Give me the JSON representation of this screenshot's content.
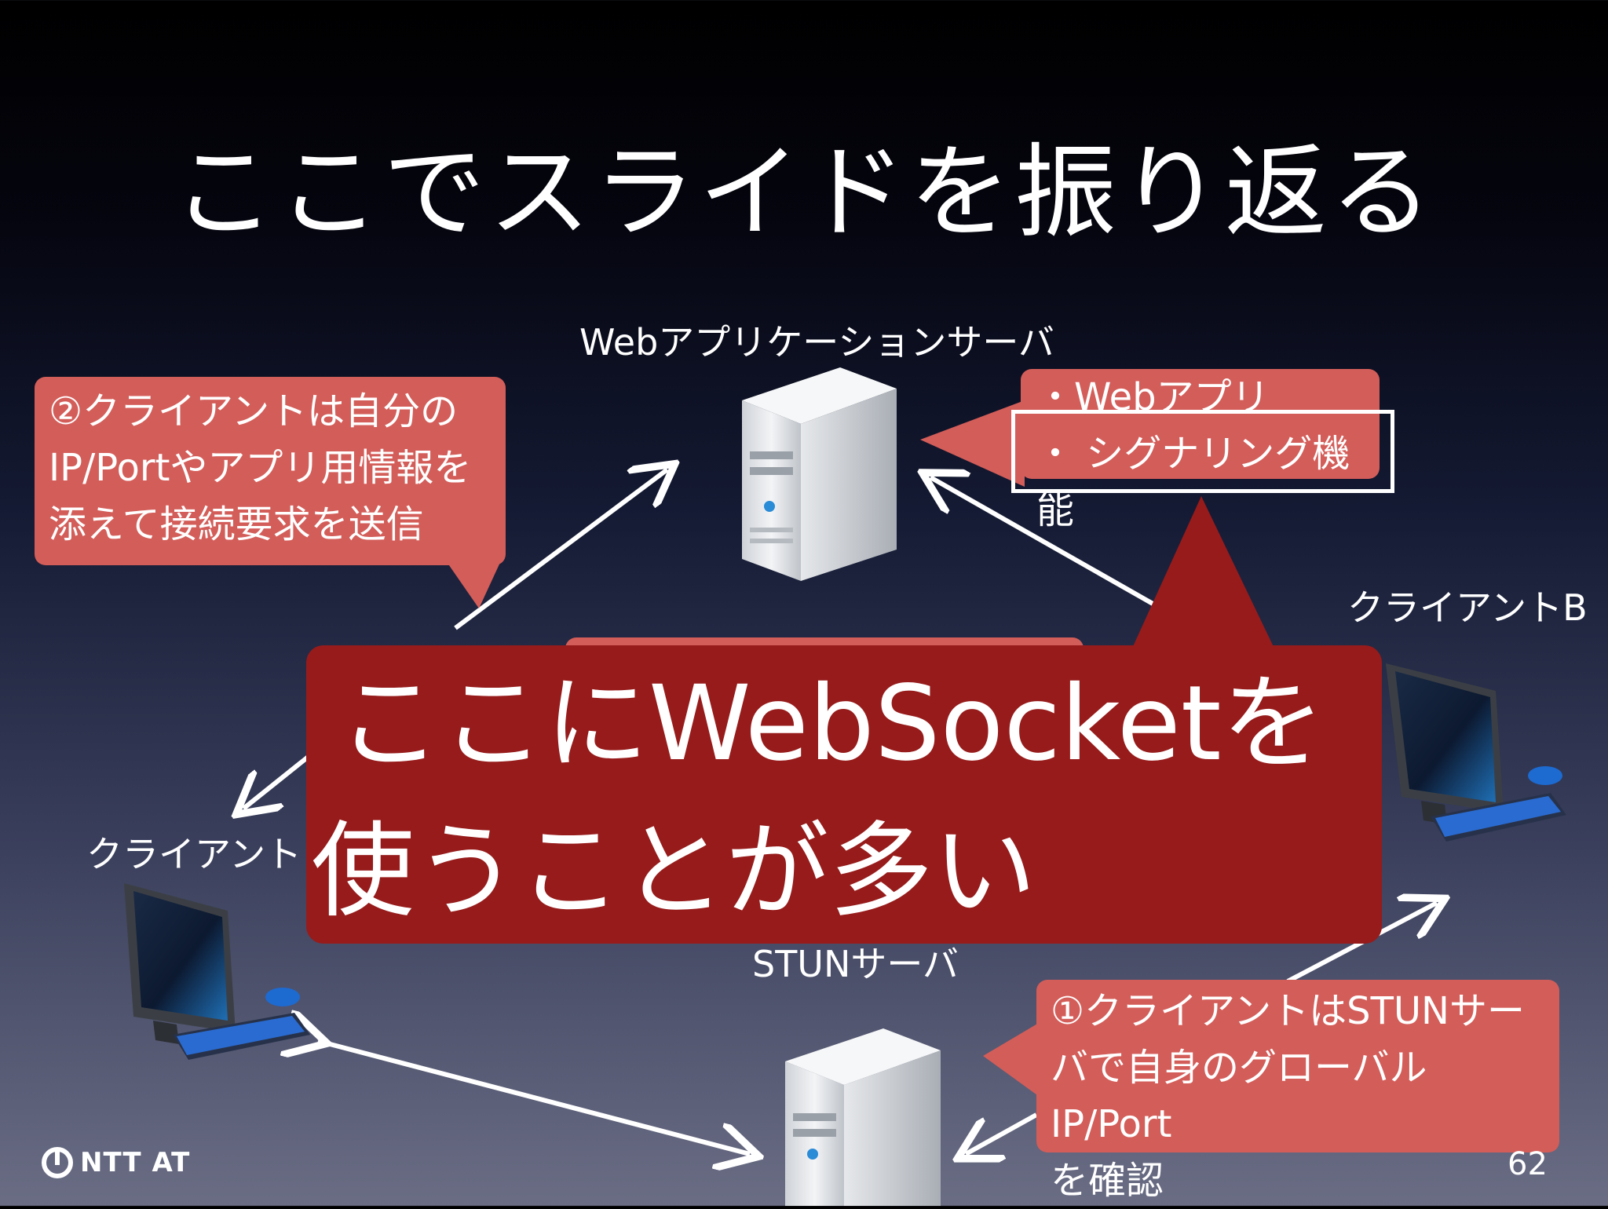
{
  "title": "ここでスライドを振り返る",
  "nodes": {
    "web_server_label": "Webアプリケーションサーバ",
    "client_b_label": "クライアントB",
    "client_a_label": "クライアント",
    "stun_server_label": "STUNサーバ"
  },
  "callouts": {
    "web_functions": [
      "・Webアプリ",
      "・ シグナリング機能"
    ],
    "client_request": [
      "②クライアントは自分の",
      "IP/Portやアプリ用情報を",
      "添えて接続要求を送信"
    ],
    "stun_check": [
      "①クライアントはSTUNサー",
      "バで自身のグローバルIP/Port",
      "を確認"
    ]
  },
  "highlight": [
    "ここにWebSocketを",
    "使うことが多い"
  ],
  "footer": {
    "logo": "NTT AT",
    "page_number": "62"
  },
  "colors": {
    "callout": "#d35d59",
    "highlight": "#971b1b",
    "arrow": "#ffffff"
  }
}
